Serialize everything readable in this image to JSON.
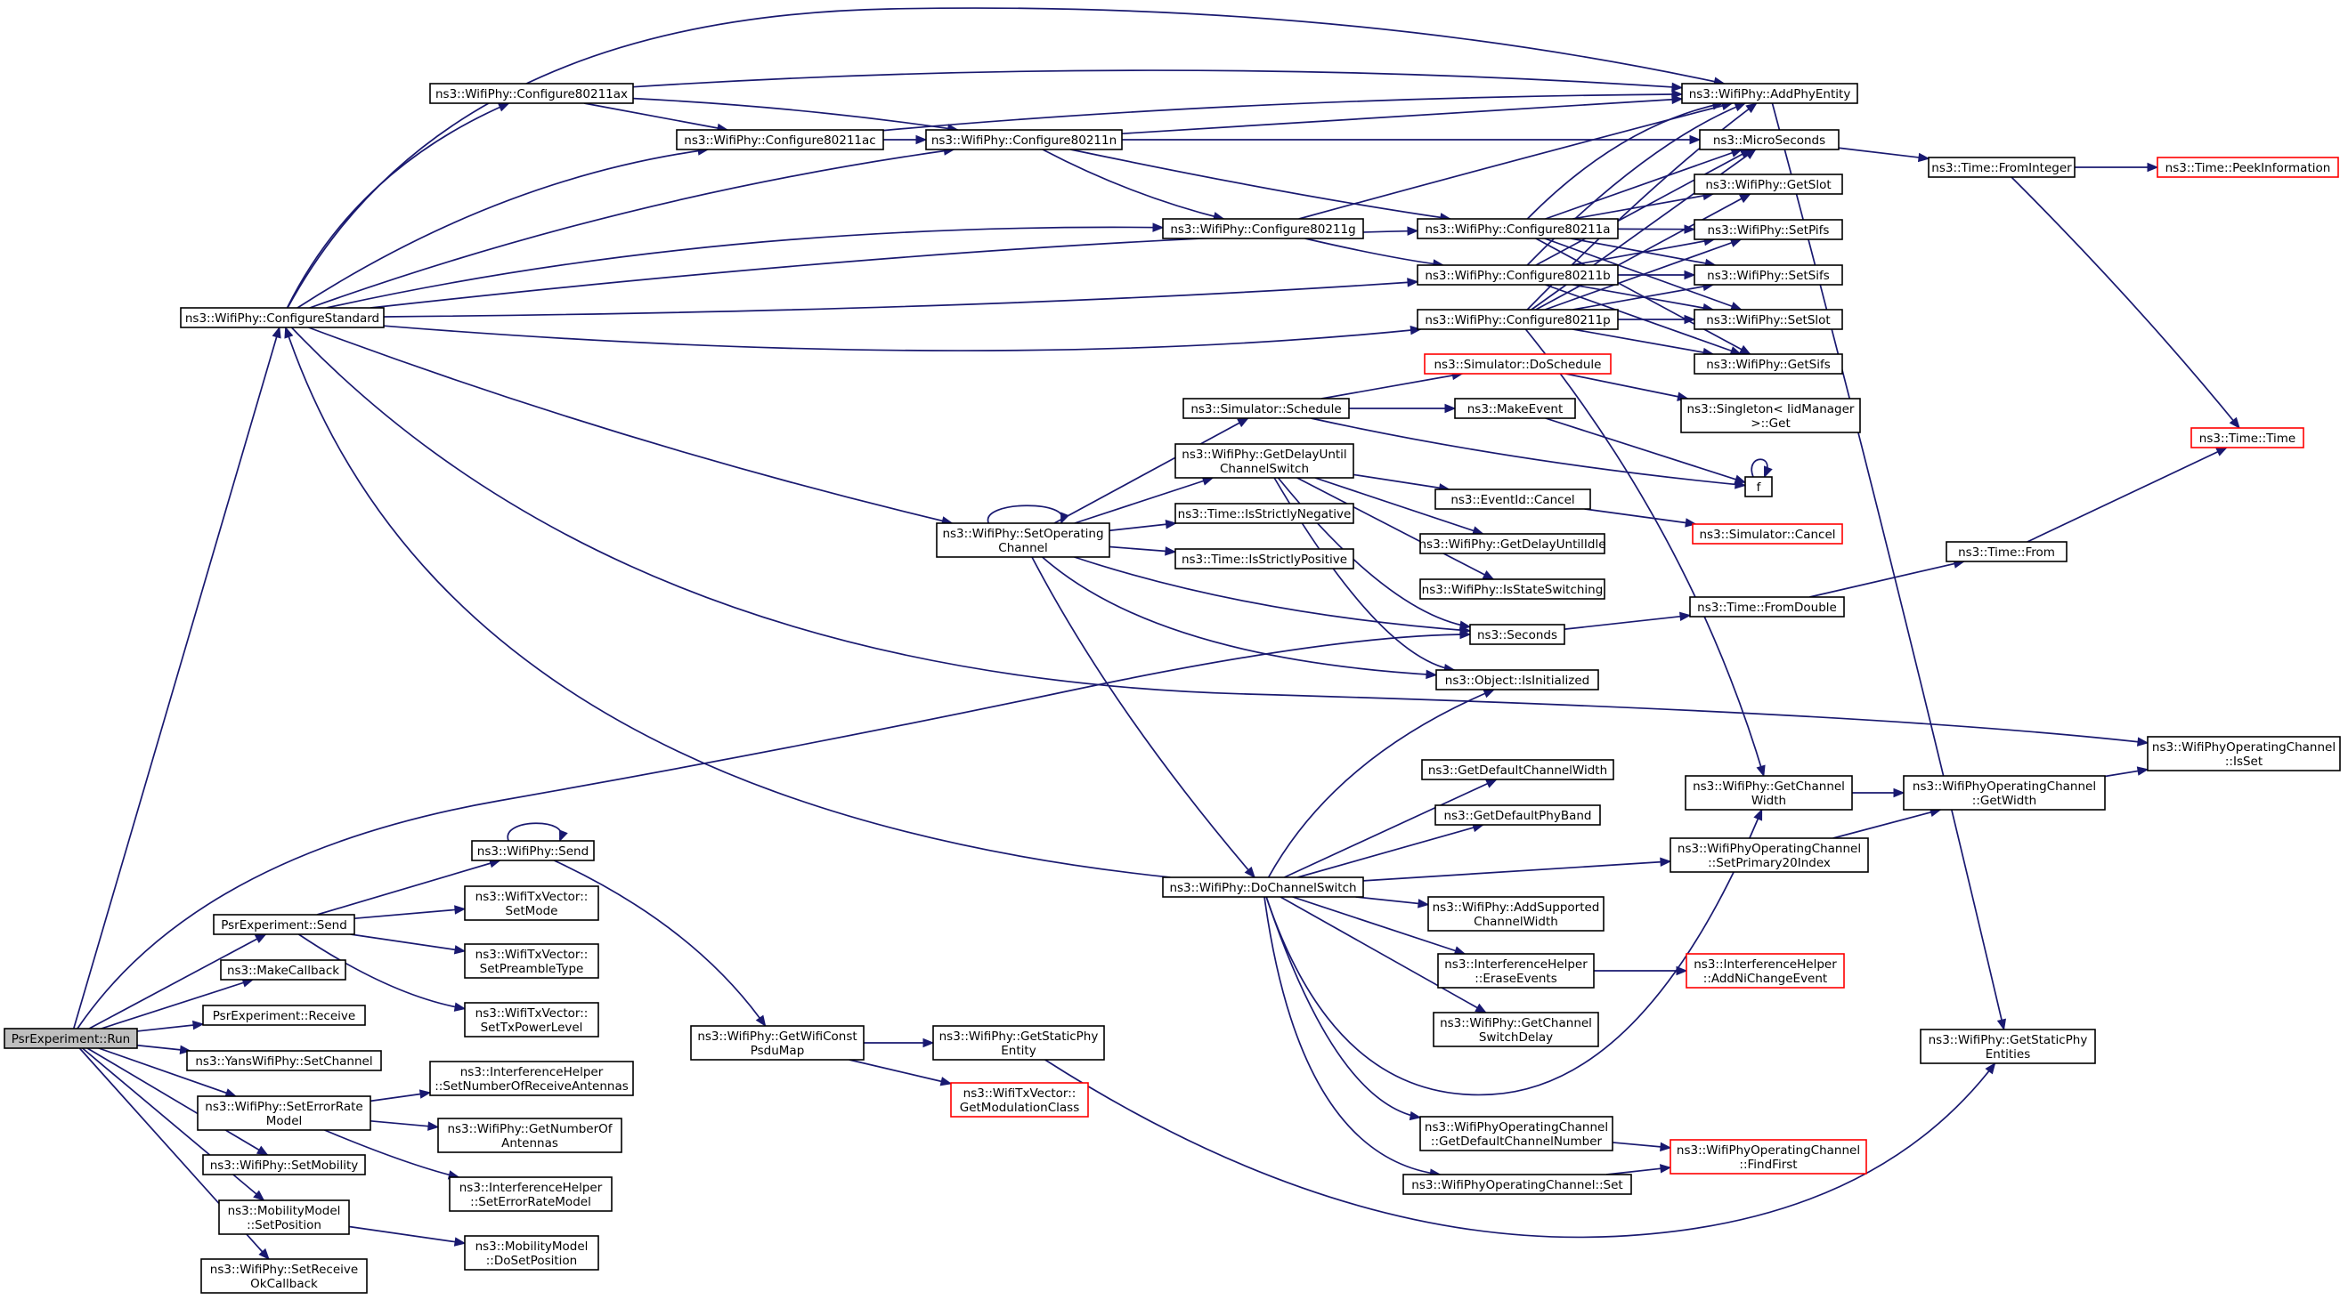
{
  "graph": {
    "nodes": [
      {
        "id": "run",
        "lines": [
          "PsrExperiment::Run"
        ],
        "root": true
      },
      {
        "id": "configstd",
        "lines": [
          "ns3::WifiPhy::ConfigureStandard"
        ]
      },
      {
        "id": "c80211ax",
        "lines": [
          "ns3::WifiPhy::Configure80211ax"
        ]
      },
      {
        "id": "c80211ac",
        "lines": [
          "ns3::WifiPhy::Configure80211ac"
        ]
      },
      {
        "id": "c80211n",
        "lines": [
          "ns3::WifiPhy::Configure80211n"
        ]
      },
      {
        "id": "c80211g",
        "lines": [
          "ns3::WifiPhy::Configure80211g"
        ]
      },
      {
        "id": "c80211a",
        "lines": [
          "ns3::WifiPhy::Configure80211a"
        ]
      },
      {
        "id": "c80211b",
        "lines": [
          "ns3::WifiPhy::Configure80211b"
        ]
      },
      {
        "id": "c80211p",
        "lines": [
          "ns3::WifiPhy::Configure80211p"
        ]
      },
      {
        "id": "addphyentity",
        "lines": [
          "ns3::WifiPhy::AddPhyEntity"
        ]
      },
      {
        "id": "microseconds",
        "lines": [
          "ns3::MicroSeconds"
        ]
      },
      {
        "id": "getslot",
        "lines": [
          "ns3::WifiPhy::GetSlot"
        ]
      },
      {
        "id": "setpifs",
        "lines": [
          "ns3::WifiPhy::SetPifs"
        ]
      },
      {
        "id": "setsifs",
        "lines": [
          "ns3::WifiPhy::SetSifs"
        ]
      },
      {
        "id": "setslot",
        "lines": [
          "ns3::WifiPhy::SetSlot"
        ]
      },
      {
        "id": "getsifs",
        "lines": [
          "ns3::WifiPhy::GetSifs"
        ]
      },
      {
        "id": "fromint",
        "lines": [
          "ns3::Time::FromInteger"
        ]
      },
      {
        "id": "peekinfo",
        "lines": [
          "ns3::Time::PeekInformation"
        ],
        "red": true
      },
      {
        "id": "timetime",
        "lines": [
          "ns3::Time::Time"
        ],
        "red": true
      },
      {
        "id": "doschedule",
        "lines": [
          "ns3::Simulator::DoSchedule"
        ],
        "red": true
      },
      {
        "id": "singleton",
        "lines": [
          "ns3::Singleton< IidManager",
          ">::Get"
        ]
      },
      {
        "id": "schedule",
        "lines": [
          "ns3::Simulator::Schedule"
        ]
      },
      {
        "id": "makeevent",
        "lines": [
          "ns3::MakeEvent"
        ]
      },
      {
        "id": "f",
        "lines": [
          "f"
        ]
      },
      {
        "id": "getdelayuntil",
        "lines": [
          "ns3::WifiPhy::GetDelayUntil",
          "ChannelSwitch"
        ]
      },
      {
        "id": "eventcancel",
        "lines": [
          "ns3::EventId::Cancel"
        ]
      },
      {
        "id": "simcancel",
        "lines": [
          "ns3::Simulator::Cancel"
        ],
        "red": true
      },
      {
        "id": "getdelayidle",
        "lines": [
          "ns3::WifiPhy::GetDelayUntilIdle"
        ]
      },
      {
        "id": "isstatesw",
        "lines": [
          "ns3::WifiPhy::IsStateSwitching"
        ]
      },
      {
        "id": "setopchan",
        "lines": [
          "ns3::WifiPhy::SetOperating",
          "Channel"
        ]
      },
      {
        "id": "isneg",
        "lines": [
          "ns3::Time::IsStrictlyNegative"
        ]
      },
      {
        "id": "ispos",
        "lines": [
          "ns3::Time::IsStrictlyPositive"
        ]
      },
      {
        "id": "seconds",
        "lines": [
          "ns3::Seconds"
        ]
      },
      {
        "id": "fromdouble",
        "lines": [
          "ns3::Time::FromDouble"
        ]
      },
      {
        "id": "timefrom",
        "lines": [
          "ns3::Time::From"
        ]
      },
      {
        "id": "isinit",
        "lines": [
          "ns3::Object::IsInitialized"
        ]
      },
      {
        "id": "opchanisset",
        "lines": [
          "ns3::WifiPhyOperatingChannel",
          "::IsSet"
        ]
      },
      {
        "id": "getdefchw",
        "lines": [
          "ns3::GetDefaultChannelWidth"
        ]
      },
      {
        "id": "getdefband",
        "lines": [
          "ns3::GetDefaultPhyBand"
        ]
      },
      {
        "id": "getchwidth",
        "lines": [
          "ns3::WifiPhy::GetChannel",
          "Width"
        ]
      },
      {
        "id": "opchangetwidth",
        "lines": [
          "ns3::WifiPhyOperatingChannel",
          "::GetWidth"
        ]
      },
      {
        "id": "setprimary",
        "lines": [
          "ns3::WifiPhyOperatingChannel",
          "::SetPrimary20Index"
        ]
      },
      {
        "id": "dochsw",
        "lines": [
          "ns3::WifiPhy::DoChannelSwitch"
        ]
      },
      {
        "id": "addsupchw",
        "lines": [
          "ns3::WifiPhy::AddSupported",
          "ChannelWidth"
        ]
      },
      {
        "id": "eraseevents",
        "lines": [
          "ns3::InterferenceHelper",
          "::EraseEvents"
        ]
      },
      {
        "id": "addnichange",
        "lines": [
          "ns3::InterferenceHelper",
          "::AddNiChangeEvent"
        ],
        "red": true
      },
      {
        "id": "getchswdelay",
        "lines": [
          "ns3::WifiPhy::GetChannel",
          "SwitchDelay"
        ]
      },
      {
        "id": "getdefchnum",
        "lines": [
          "ns3::WifiPhyOperatingChannel",
          "::GetDefaultChannelNumber"
        ]
      },
      {
        "id": "findfirst",
        "lines": [
          "ns3::WifiPhyOperatingChannel",
          "::FindFirst"
        ],
        "red": true
      },
      {
        "id": "opchanset",
        "lines": [
          "ns3::WifiPhyOperatingChannel::Set"
        ]
      },
      {
        "id": "getstaticents",
        "lines": [
          "ns3::WifiPhy::GetStaticPhy",
          "Entities"
        ]
      },
      {
        "id": "wifisend",
        "lines": [
          "ns3::WifiPhy::Send"
        ]
      },
      {
        "id": "psrsend",
        "lines": [
          "PsrExperiment::Send"
        ]
      },
      {
        "id": "setmode",
        "lines": [
          "ns3::WifiTxVector::",
          "SetMode"
        ]
      },
      {
        "id": "setpreamble",
        "lines": [
          "ns3::WifiTxVector::",
          "SetPreambleType"
        ]
      },
      {
        "id": "settxpower",
        "lines": [
          "ns3::WifiTxVector::",
          "SetTxPowerLevel"
        ]
      },
      {
        "id": "makecallback",
        "lines": [
          "ns3::MakeCallback"
        ]
      },
      {
        "id": "psrreceive",
        "lines": [
          "PsrExperiment::Receive"
        ]
      },
      {
        "id": "yanssetchan",
        "lines": [
          "ns3::YansWifiPhy::SetChannel"
        ]
      },
      {
        "id": "seterrmodel",
        "lines": [
          "ns3::WifiPhy::SetErrorRate",
          "Model"
        ]
      },
      {
        "id": "ihsetnumant",
        "lines": [
          "ns3::InterferenceHelper",
          "::SetNumberOfReceiveAntennas"
        ]
      },
      {
        "id": "getnumant",
        "lines": [
          "ns3::WifiPhy::GetNumberOf",
          "Antennas"
        ]
      },
      {
        "id": "ihseterr",
        "lines": [
          "ns3::InterferenceHelper",
          "::SetErrorRateModel"
        ]
      },
      {
        "id": "setmobility",
        "lines": [
          "ns3::WifiPhy::SetMobility"
        ]
      },
      {
        "id": "mmsetpos",
        "lines": [
          "ns3::MobilityModel",
          "::SetPosition"
        ]
      },
      {
        "id": "mmdosetpos",
        "lines": [
          "ns3::MobilityModel",
          "::DoSetPosition"
        ]
      },
      {
        "id": "setrecvok",
        "lines": [
          "ns3::WifiPhy::SetReceive",
          "OkCallback"
        ]
      },
      {
        "id": "getwificonst",
        "lines": [
          "ns3::WifiPhy::GetWifiConst",
          "PsduMap"
        ]
      },
      {
        "id": "getstaticent",
        "lines": [
          "ns3::WifiPhy::GetStaticPhy",
          "Entity"
        ]
      },
      {
        "id": "getmodclass",
        "lines": [
          "ns3::WifiTxVector::",
          "GetModulationClass"
        ],
        "red": true
      }
    ]
  }
}
